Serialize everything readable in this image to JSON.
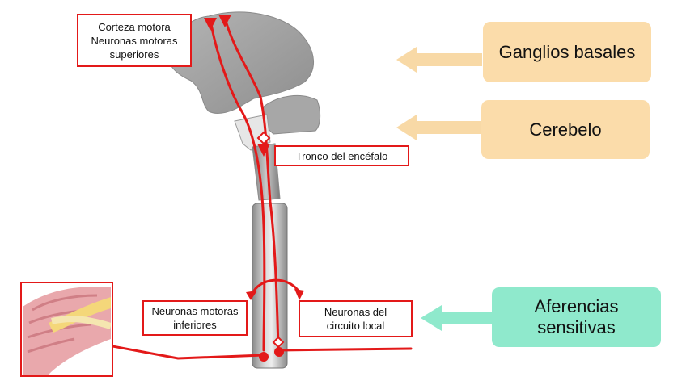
{
  "labels": {
    "motor_cortex": "Corteza motora\nNeuronas motoras\nsuperiores",
    "brainstem": "Tronco del encéfalo",
    "lower_motor_neurons": "Neuronas motoras\ninferiores",
    "local_circuit_neurons": "Neuronas del\ncircuito local"
  },
  "boxes": {
    "basal_ganglia": "Ganglios basales",
    "cerebellum": "Cerebelo",
    "sensory_afferents": "Aferencias\nsensitivas"
  },
  "colors": {
    "pathway_red": "#e31919",
    "orange_box": "#fbdcaa",
    "orange_arrow": "#f8d9a6",
    "teal_box": "#8fe9cc",
    "teal_arrow": "#8fe9cc",
    "brain_gray": "#a0a0a0"
  }
}
